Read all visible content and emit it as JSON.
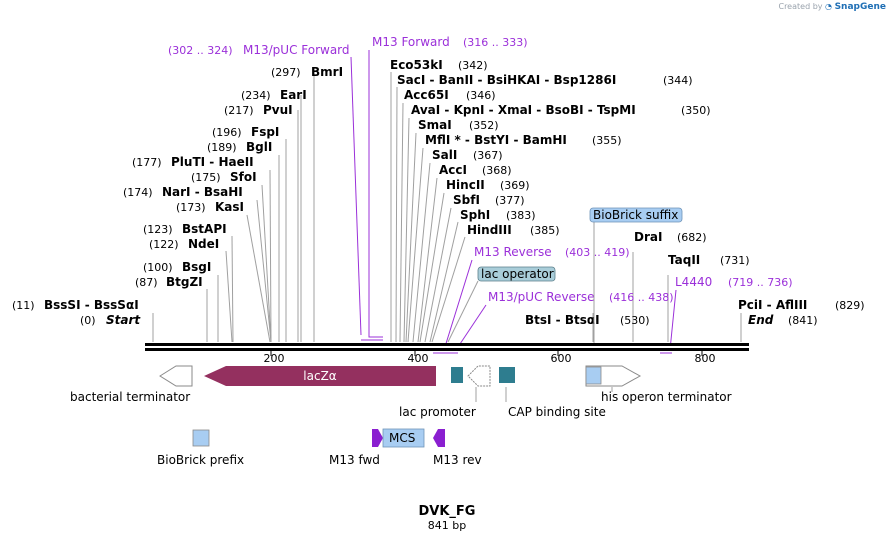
{
  "attribution": {
    "created_by": "Created by",
    "brand": "SnapGene"
  },
  "map": {
    "name": "DVK_FG",
    "length": "841 bp",
    "start_label": "Start",
    "start_pos": "(0)",
    "end_label": "End",
    "end_pos": "(841)",
    "ruler": [
      "200",
      "400",
      "600",
      "800"
    ]
  },
  "enzymes_left": [
    {
      "id": "bmri",
      "name": "BmrI",
      "pos": "(297)"
    },
    {
      "id": "eari",
      "name": "EarI",
      "pos": "(234)"
    },
    {
      "id": "pvui",
      "name": "PvuI",
      "pos": "(217)"
    },
    {
      "id": "fspi",
      "name": "FspI",
      "pos": "(196)"
    },
    {
      "id": "bgli",
      "name": "BglI",
      "pos": "(189)"
    },
    {
      "id": "pluti",
      "name": "PluTI - HaeII",
      "pos": "(177)"
    },
    {
      "id": "sfoi",
      "name": "SfoI",
      "pos": "(175)"
    },
    {
      "id": "nari",
      "name": "NarI - BsaHI",
      "pos": "(174)"
    },
    {
      "id": "kasi",
      "name": "KasI",
      "pos": "(173)"
    },
    {
      "id": "bstapi",
      "name": "BstAPI",
      "pos": "(123)"
    },
    {
      "id": "ndei",
      "name": "NdeI",
      "pos": "(122)"
    },
    {
      "id": "bsgi",
      "name": "BsgI",
      "pos": "(100)"
    },
    {
      "id": "btgzi",
      "name": "BtgZI",
      "pos": "(87)"
    },
    {
      "id": "bsssi",
      "name": "BssSI - BssSαI",
      "pos": "(11)"
    }
  ],
  "enzymes_right": [
    {
      "id": "eco53ki",
      "name": "Eco53kI",
      "pos": "(342)"
    },
    {
      "id": "saci",
      "name": "SacI - BanII - BsiHKAI - Bsp1286I",
      "pos": "(344)"
    },
    {
      "id": "acc65i",
      "name": "Acc65I",
      "pos": "(346)"
    },
    {
      "id": "avai",
      "name": "AvaI - KpnI - XmaI - BsoBI - TspMI",
      "pos": "(350)"
    },
    {
      "id": "smai",
      "name": "SmaI",
      "pos": "(352)"
    },
    {
      "id": "mfli",
      "name": "MflI * - BstYI - BamHI",
      "pos": "(355)"
    },
    {
      "id": "sali",
      "name": "SalI",
      "pos": "(367)"
    },
    {
      "id": "acci",
      "name": "AccI",
      "pos": "(368)"
    },
    {
      "id": "hincii",
      "name": "HincII",
      "pos": "(369)"
    },
    {
      "id": "sbfi",
      "name": "SbfI",
      "pos": "(377)"
    },
    {
      "id": "sphi",
      "name": "SphI",
      "pos": "(383)"
    },
    {
      "id": "hindiii",
      "name": "HindIII",
      "pos": "(385)"
    },
    {
      "id": "drai",
      "name": "DraI",
      "pos": "(682)"
    },
    {
      "id": "taqii",
      "name": "TaqII",
      "pos": "(731)"
    },
    {
      "id": "btsi",
      "name": "BtsI - BtsαI",
      "pos": "(530)"
    },
    {
      "id": "pcii",
      "name": "PciI - AflIII",
      "pos": "(829)"
    }
  ],
  "primers": [
    {
      "id": "m13-puc-forward",
      "name": "M13/pUC Forward",
      "range": "(302 .. 324)"
    },
    {
      "id": "m13-forward",
      "name": "M13 Forward",
      "range": "(316 .. 333)"
    },
    {
      "id": "m13-reverse",
      "name": "M13 Reverse",
      "range": "(403 .. 419)"
    },
    {
      "id": "m13-puc-reverse",
      "name": "M13/pUC Reverse",
      "range": "(416 .. 438)"
    },
    {
      "id": "l4440",
      "name": "L4440",
      "range": "(719 .. 736)"
    }
  ],
  "boxed_labels": {
    "biobrick_suffix": "BioBrick suffix",
    "lac_operator": "lac operator"
  },
  "features": {
    "lacz": "lacZα",
    "bacterial_terminator": "bacterial terminator",
    "lac_promoter": "lac promoter",
    "cap_binding_site": "CAP binding site",
    "his_operon_terminator": "his operon terminator",
    "biobrick_prefix": "BioBrick prefix",
    "m13_fwd": "M13 fwd",
    "mcs": "MCS",
    "m13_rev": "M13 rev"
  },
  "colors": {
    "primer": "#9b30d9",
    "lacz": "#94305f",
    "teal": "#2e7d8f",
    "biobrick": "#a8cdf2",
    "lac_operator": "#a9cdd9",
    "mcs": "#a8cdf2",
    "m13_arrow": "#8a1fd0"
  }
}
